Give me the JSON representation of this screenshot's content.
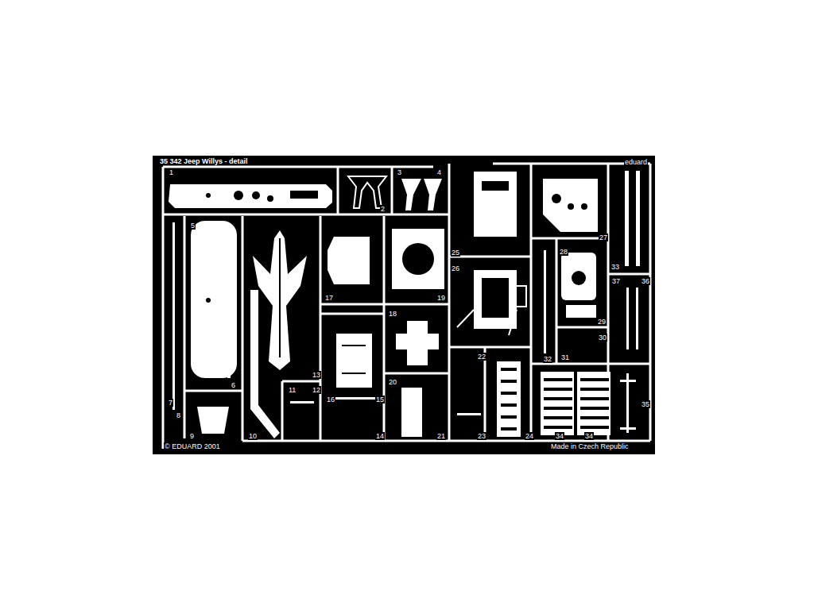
{
  "diagram": {
    "title": "35 342 Jeep Willys - detail",
    "labels": [
      "eduard",
      "1",
      "2",
      "3",
      "4",
      "5",
      "6",
      "7",
      "8",
      "9",
      "10",
      "11",
      "12",
      "13",
      "14",
      "15",
      "16",
      "17",
      "18",
      "19",
      "20",
      "21",
      "22",
      "23",
      "24",
      "25",
      "26",
      "27",
      "28",
      "29",
      "30",
      "31",
      "32",
      "33",
      "34",
      "34",
      "35",
      "36",
      "37",
      "© EDUARD 2001",
      "Made in Czech Republic"
    ]
  }
}
